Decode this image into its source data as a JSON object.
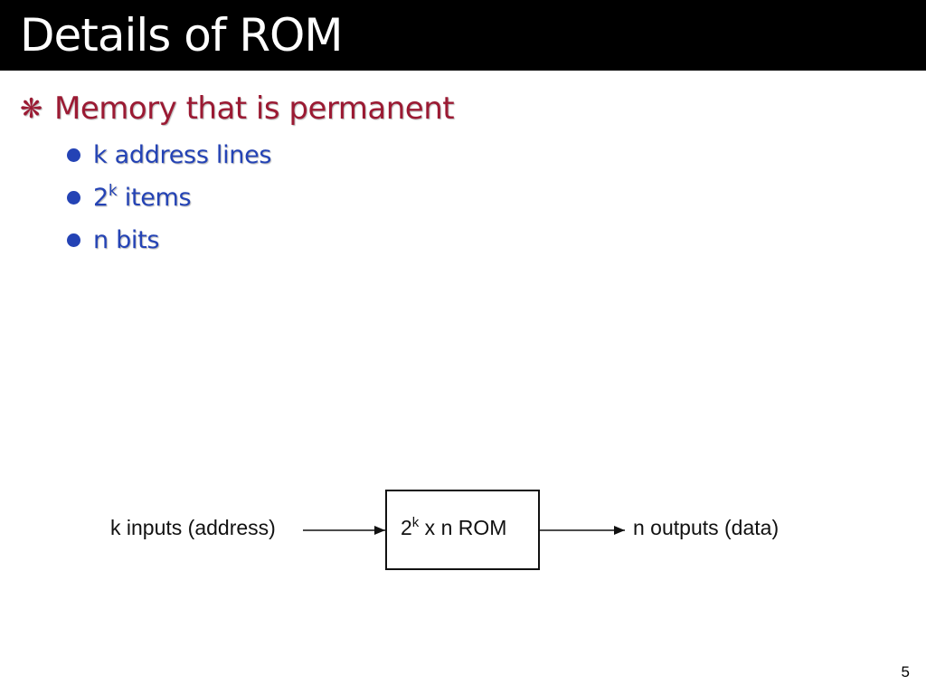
{
  "title": "Details of ROM",
  "bullets": {
    "main": {
      "icon": "asterisk-icon",
      "text": "Memory that is permanent"
    },
    "sub": [
      {
        "icon": "dot-icon",
        "text": "k address lines"
      },
      {
        "icon": "dot-icon",
        "base": "2",
        "sup": "k",
        "text": " items"
      },
      {
        "icon": "dot-icon",
        "text": "n bits"
      }
    ]
  },
  "diagram": {
    "input_label": "k inputs (address)",
    "block_base": "2",
    "block_sup": "k",
    "block_rest": " x n ROM",
    "output_label": "n outputs (data)"
  },
  "page_number": "5",
  "colors": {
    "title_bg": "#000000",
    "title_text": "#ffffff",
    "main_bullet": "#9b1a33",
    "sub_bullet": "#2443b5"
  }
}
